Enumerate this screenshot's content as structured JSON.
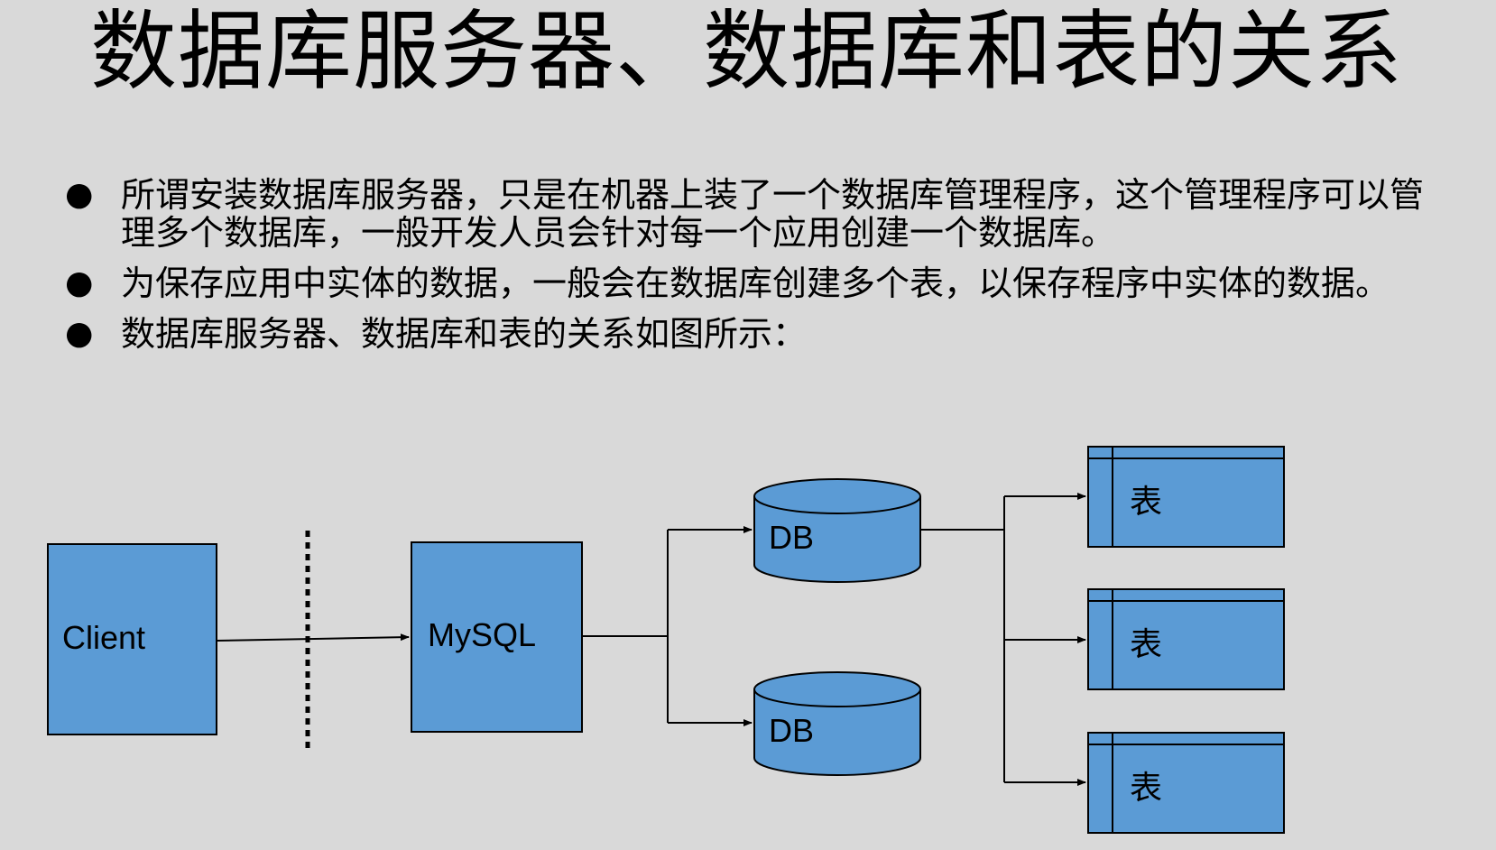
{
  "title": "数据库服务器、数据库和表的关系",
  "bullets": [
    "所谓安装数据库服务器，只是在机器上装了一个数据库管理程序，这个管理程序可以管理多个数据库，一般开发人员会针对每一个应用创建一个数据库。",
    "为保存应用中实体的数据，一般会在数据库创建多个表，以保存程序中实体的数据。",
    "数据库服务器、数据库和表的关系如图所示："
  ],
  "diagram": {
    "client_label": "Client",
    "server_label": "MySQL",
    "databases": [
      "DB",
      "DB"
    ],
    "tables": [
      "表",
      "表",
      "表"
    ],
    "colors": {
      "box_fill": "#5b9bd5",
      "stroke": "#000000",
      "background": "#d9d9d9"
    }
  }
}
